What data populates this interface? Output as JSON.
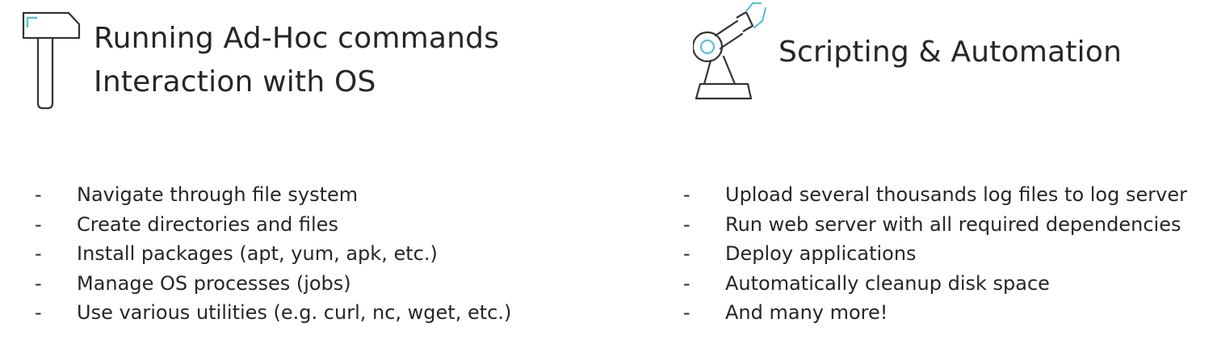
{
  "left": {
    "icon": "hammer-icon",
    "title_lines": [
      "Running Ad-Hoc commands",
      "Interaction with OS"
    ],
    "bullet_marker": "-",
    "bullets": [
      "Navigate through file system",
      "Create directories and files",
      "Install packages (apt, yum, apk, etc.)",
      "Manage OS processes (jobs)",
      "Use various utilities (e.g. curl, nc, wget, etc.)"
    ]
  },
  "right": {
    "icon": "robotic-arm-icon",
    "title": "Scripting & Automation",
    "bullet_marker": "-",
    "bullets": [
      "Upload several thousands log files to log server",
      "Run web server with all required dependencies",
      "Deploy applications",
      "Automatically cleanup disk space",
      "And many more!"
    ]
  },
  "colors": {
    "text": "#262626",
    "icon_stroke": "#333333",
    "icon_accent": "#5bc2d6"
  }
}
